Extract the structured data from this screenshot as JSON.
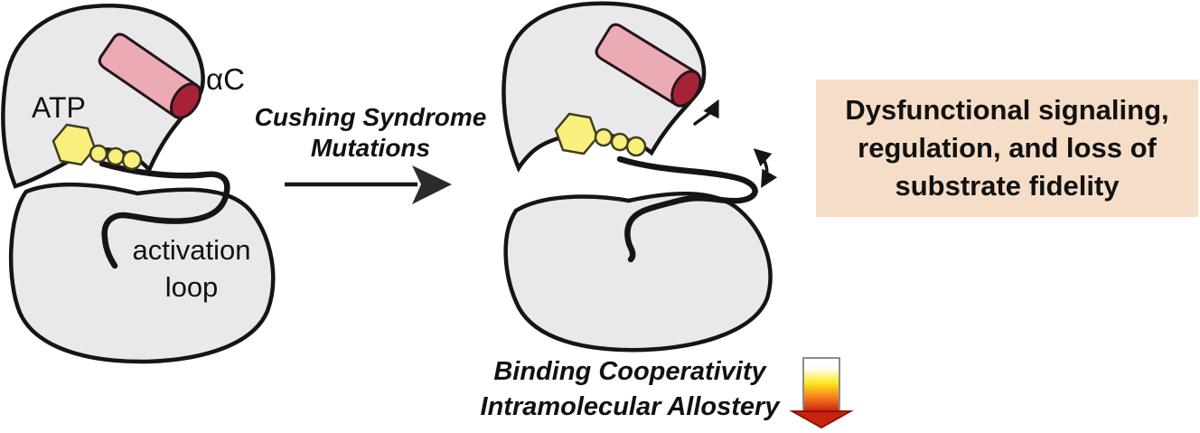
{
  "colors": {
    "lobe_fill": "#e9e9eb",
    "outline": "#151515",
    "helix_fill": "#ecaab4",
    "helix_cap": "#a62337",
    "atp_yellow": "#f9ef7d",
    "outcome_box_bg": "#f6ddc8",
    "heat_white": "#ffffff",
    "heat_pale": "#fffef4",
    "heat_yellow": "#ffe719",
    "heat_orange": "#f5791c",
    "heat_red": "#c9230f"
  },
  "left_structure": {
    "atp_label": "ATP",
    "helix_label": "αC",
    "loop_label": {
      "line1": "activation",
      "line2": "loop"
    }
  },
  "transition": {
    "label": {
      "line1": "Cushing Syndrome",
      "line2": "Mutations"
    }
  },
  "legend": {
    "line1": "Binding Cooperativity",
    "line2": "Intramolecular Allostery"
  },
  "outcome": {
    "line1": "Dysfunctional signaling,",
    "line2": "regulation, and loss of",
    "line3": "substrate fidelity"
  }
}
